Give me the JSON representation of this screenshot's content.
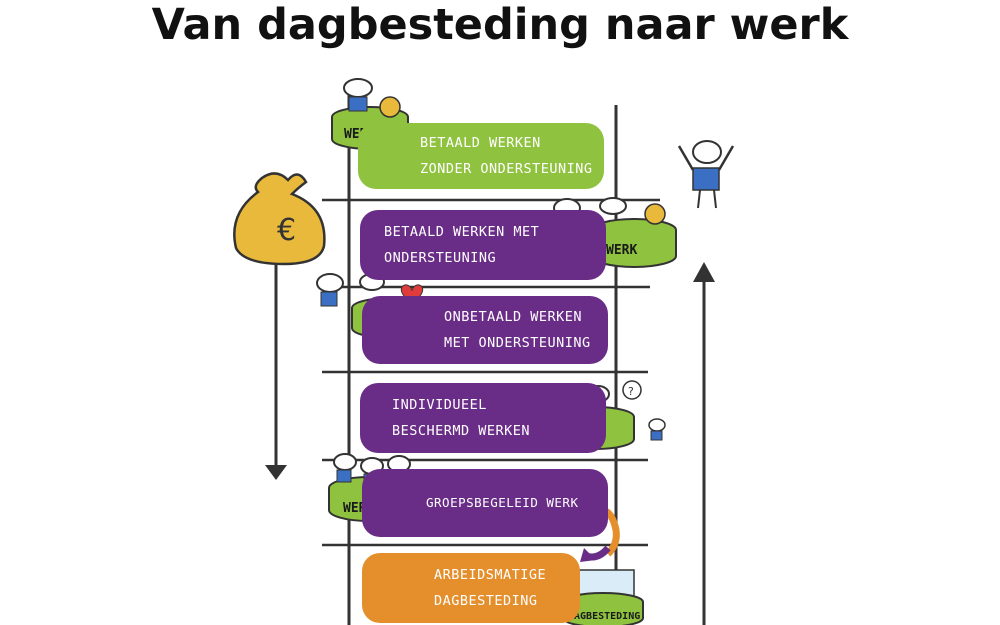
{
  "title": "Van dagbesteding naar werk",
  "steps": [
    {
      "line1": "BETAALD WERKEN",
      "line2": "ZONDER ONDERSTEUNING",
      "color": "#8fc23f"
    },
    {
      "line1": "BETAALD WERKEN MET",
      "line2": "ONDERSTEUNING",
      "color": "#6a2d87"
    },
    {
      "line1": "ONBETAALD WERKEN",
      "line2": "MET ONDERSTEUNING",
      "color": "#6a2d87"
    },
    {
      "line1": "INDIVIDUEEL",
      "line2": "BESCHERMD WERKEN",
      "color": "#6a2d87"
    },
    {
      "line1": "GROEPSBEGELEID WERK",
      "line2": "",
      "color": "#6a2d87"
    },
    {
      "line1": "ARBEIDSMATIGE",
      "line2": "DAGBESTEDING",
      "color": "#e58f2c"
    }
  ],
  "tubs": {
    "werk": "WERK",
    "dagbesteding": "DAGBESTEDING"
  },
  "icons": {
    "money_bag": "euro-money-bag-icon",
    "heart": "heart-icon",
    "question": "?"
  }
}
